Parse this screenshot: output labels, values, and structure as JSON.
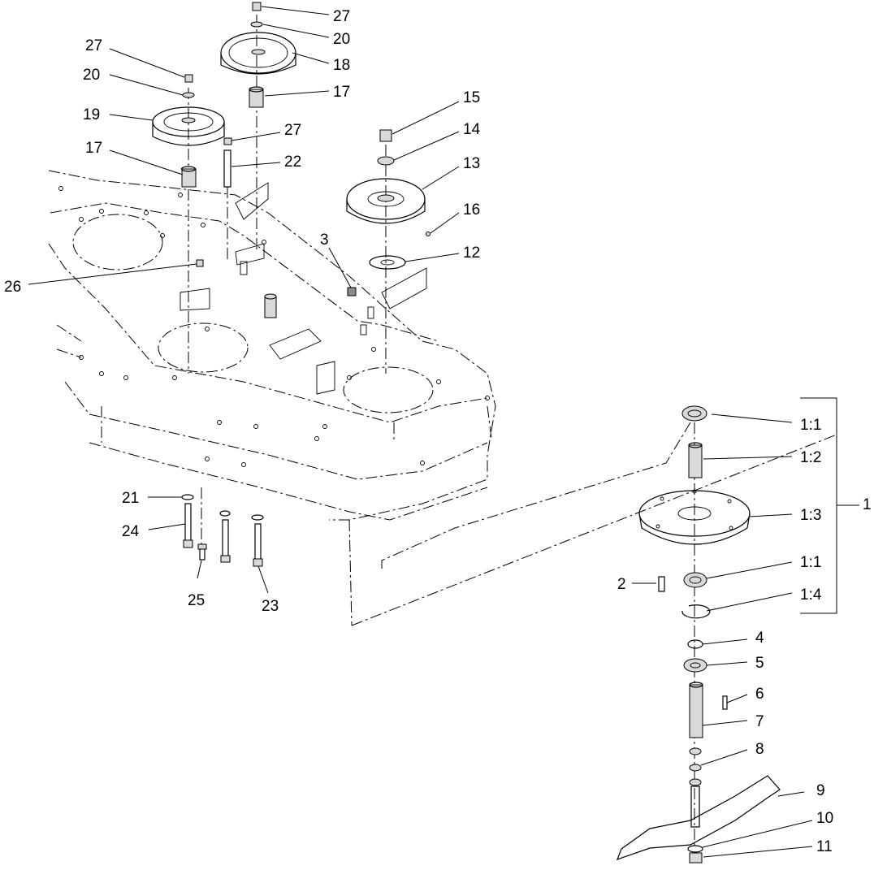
{
  "diagram": {
    "callouts": [
      {
        "id": "c27a",
        "text": "27"
      },
      {
        "id": "c20a",
        "text": "20"
      },
      {
        "id": "c18",
        "text": "18"
      },
      {
        "id": "c17a",
        "text": "17"
      },
      {
        "id": "c27b",
        "text": "27"
      },
      {
        "id": "c20b",
        "text": "20"
      },
      {
        "id": "c19",
        "text": "19"
      },
      {
        "id": "c17b",
        "text": "17"
      },
      {
        "id": "c27c",
        "text": "27"
      },
      {
        "id": "c22",
        "text": "22"
      },
      {
        "id": "c15",
        "text": "15"
      },
      {
        "id": "c14",
        "text": "14"
      },
      {
        "id": "c13",
        "text": "13"
      },
      {
        "id": "c16",
        "text": "16"
      },
      {
        "id": "c12",
        "text": "12"
      },
      {
        "id": "c3",
        "text": "3"
      },
      {
        "id": "c26",
        "text": "26"
      },
      {
        "id": "c21",
        "text": "21"
      },
      {
        "id": "c24",
        "text": "24"
      },
      {
        "id": "c25",
        "text": "25"
      },
      {
        "id": "c23",
        "text": "23"
      },
      {
        "id": "c1_1a",
        "text": "1:1"
      },
      {
        "id": "c1_2",
        "text": "1:2"
      },
      {
        "id": "c1_3",
        "text": "1:3"
      },
      {
        "id": "c1",
        "text": "1"
      },
      {
        "id": "c1_1b",
        "text": "1:1"
      },
      {
        "id": "c2",
        "text": "2"
      },
      {
        "id": "c1_4",
        "text": "1:4"
      },
      {
        "id": "c4",
        "text": "4"
      },
      {
        "id": "c5",
        "text": "5"
      },
      {
        "id": "c6",
        "text": "6"
      },
      {
        "id": "c7",
        "text": "7"
      },
      {
        "id": "c8",
        "text": "8"
      },
      {
        "id": "c9",
        "text": "9"
      },
      {
        "id": "c10",
        "text": "10"
      },
      {
        "id": "c11",
        "text": "11"
      }
    ]
  }
}
